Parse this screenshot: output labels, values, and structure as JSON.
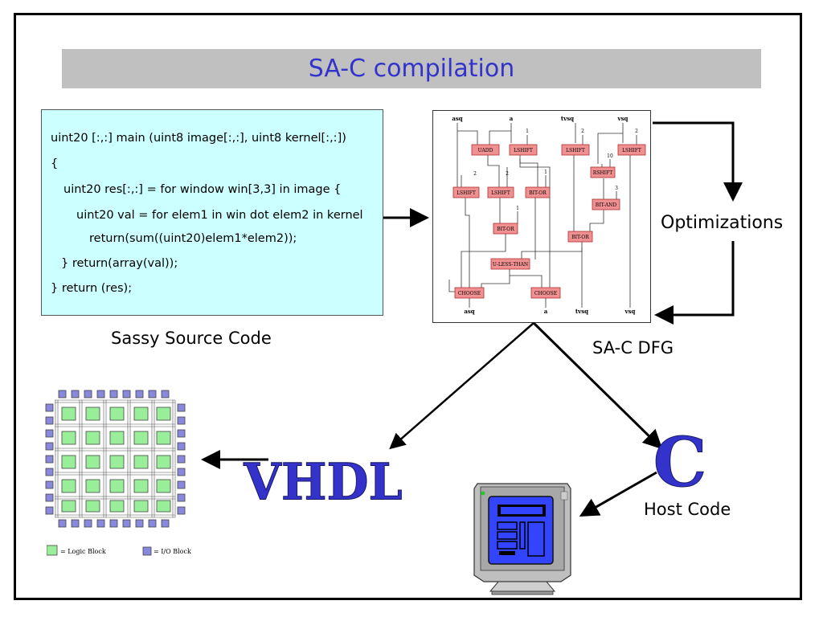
{
  "slide": {
    "title": "SA-C compilation",
    "code_lines": [
      "uint20 [:,:] main (uint8 image[:,:], uint8 kernel[:,:])",
      "{",
      "uint20 res[:,:] = for window win[3,3] in image {",
      "uint20 val = for elem1 in win dot elem2 in kernel",
      "return(sum((uint20)elem1*elem2));",
      "} return(array(val));",
      "} return (res);"
    ],
    "source_caption": "Sassy Source Code",
    "dfg_caption": "SA-C DFG",
    "optimizations_label": "Optimizations",
    "vhdl_label": "VHDL",
    "c_label": "C",
    "host_code_label": "Host Code",
    "legend": {
      "logic_block": "= Logic Block",
      "io_block": "= I/O Block"
    }
  },
  "dfg": {
    "top_labels": [
      "asq",
      "a",
      "tvsq",
      "vsq"
    ],
    "constants": [
      "1",
      "2",
      "2",
      "2",
      "2",
      "1",
      "10",
      "3",
      "1"
    ],
    "nodes": [
      "UADD",
      "LSHIFT",
      "LSHIFT",
      "LSHIFT",
      "LSHIFT",
      "LSHIFT",
      "BIT-OR",
      "RSHIFT",
      "BIT-AND",
      "BIT-OR",
      "BIT-OR",
      "U-LESS-THAN",
      "CHOOSE",
      "CHOOSE"
    ],
    "bottom_labels": [
      "asq",
      "a",
      "tvsq",
      "vsq"
    ]
  },
  "colors": {
    "title_bar": "#c0c0c0",
    "title_text": "#3333cc",
    "code_bg": "#ccffff",
    "dfg_node": "#f09090",
    "vhdl_text": "#3333cc",
    "logic_block": "#99ee99",
    "io_block": "#8888dd",
    "monitor_screen": "#3344ff"
  }
}
